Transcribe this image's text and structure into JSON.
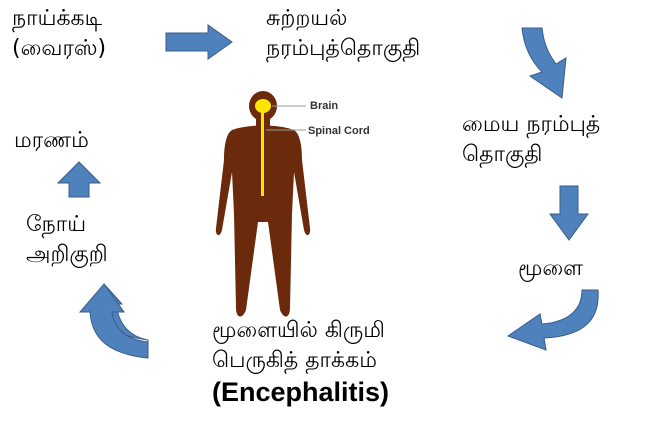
{
  "colors": {
    "arrow": "#4f81bd",
    "arrow_edge": "#385d8a",
    "body": "#6b2a0c",
    "brain": "#ffe400"
  },
  "labels": {
    "virus": [
      "நாய்க்கடி",
      "(வைரஸ்)"
    ],
    "peripheral": [
      "சுற்றயல்",
      "நரம்புத்தொகுதி"
    ],
    "central": [
      "மைய நரம்புத்",
      "தொகுதி"
    ],
    "brain": [
      "மூளை"
    ],
    "multiply": [
      "மூளையில் கிருமி",
      "பெருகித் தாக்கம்"
    ],
    "encephalitis": "(Encephalitis)",
    "symptoms": [
      "நோய்",
      "அறிகுறி"
    ],
    "death": [
      "மரணம்"
    ]
  },
  "figure": {
    "brain_label": "Brain",
    "spinal_label": "Spinal Cord"
  },
  "icons": [
    "arrow-right",
    "arrow-curved-down",
    "arrow-down",
    "arrow-curved-left",
    "arrow-curved-up",
    "arrow-up",
    "human-body"
  ]
}
